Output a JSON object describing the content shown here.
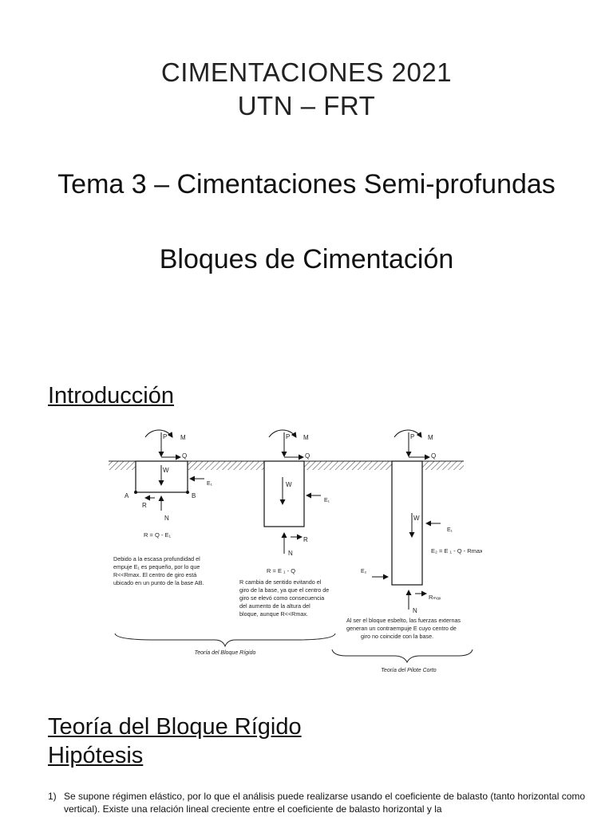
{
  "header": {
    "course": "CIMENTACIONES 2021",
    "org": "UTN – FRT",
    "topic": "Tema 3 – Cimentaciones Semi-profundas",
    "subtopic": "Bloques de Cimentación"
  },
  "intro": {
    "heading": "Introducción"
  },
  "diagram": {
    "labels": {
      "P": "P",
      "M": "M",
      "Q": "Q",
      "W": "W",
      "N": "N",
      "R": "R",
      "A": "A",
      "B": "B",
      "E1": "E₁",
      "E2": "E₂",
      "Rmax": "Rₘₐₓ"
    },
    "block1": {
      "formula": "R = Q -  E₁",
      "desc": [
        "Debido a la escasa profundidad el",
        "empuje E₁ es pequeño, por lo que",
        "R<<Rmax. El centro de giro está",
        "ubicado en un punto de la base AB."
      ]
    },
    "block2": {
      "formula": "R = E ₁ - Q",
      "desc": [
        "R cambia de sentido evitando el",
        "giro de la base, ya que el centro de",
        "giro se elevó como consecuencia",
        "del aumento de la altura del",
        "bloque, aunque R<<Rmax."
      ]
    },
    "block3": {
      "formula": "E₂ = E ₁ - Q - Rmax",
      "desc": [
        "Al ser el bloque esbelto, las fuerzas externas",
        "generan un contraempuje E cuyo centro de",
        "giro no coincide con la base."
      ]
    },
    "brace_rigid": "Teoría del Bloque Rígido",
    "brace_pilote": "Teoría del Pilote Corto"
  },
  "teoria": {
    "heading_line1": "Teoría del Bloque Rígido",
    "heading_line2": "Hipótesis"
  },
  "hypotheses": [
    {
      "num": "1)",
      "text": "Se supone régimen elástico, por lo que el análisis puede realizarse usando el coeficiente de balasto (tanto horizontal como vertical). Existe una relación lineal creciente entre el coeficiente de balasto horizontal y la"
    }
  ]
}
